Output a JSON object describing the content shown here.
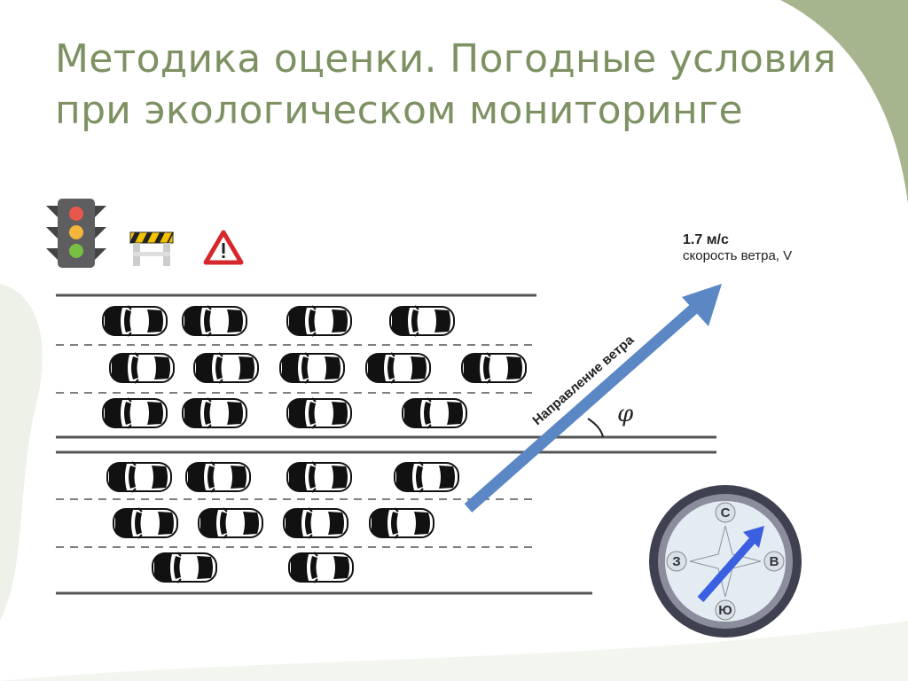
{
  "title_line1": "Методика оценки. Погодные условия",
  "title_line2": "при экологическом мониторинге",
  "wind": {
    "speed_value": "1.7 м/с",
    "speed_label": "скорость ветра, V",
    "direction_label": "Направление ветра",
    "angle_symbol": "φ",
    "arrow_color": "#5b87c4"
  },
  "compass": {
    "north": "С",
    "east": "В",
    "south": "Ю",
    "west": "З"
  },
  "icons": [
    "traffic-light-icon",
    "road-barrier-icon",
    "warning-sign-icon"
  ],
  "colors": {
    "title": "#7d9163",
    "accent_green": "#a6b58e"
  }
}
